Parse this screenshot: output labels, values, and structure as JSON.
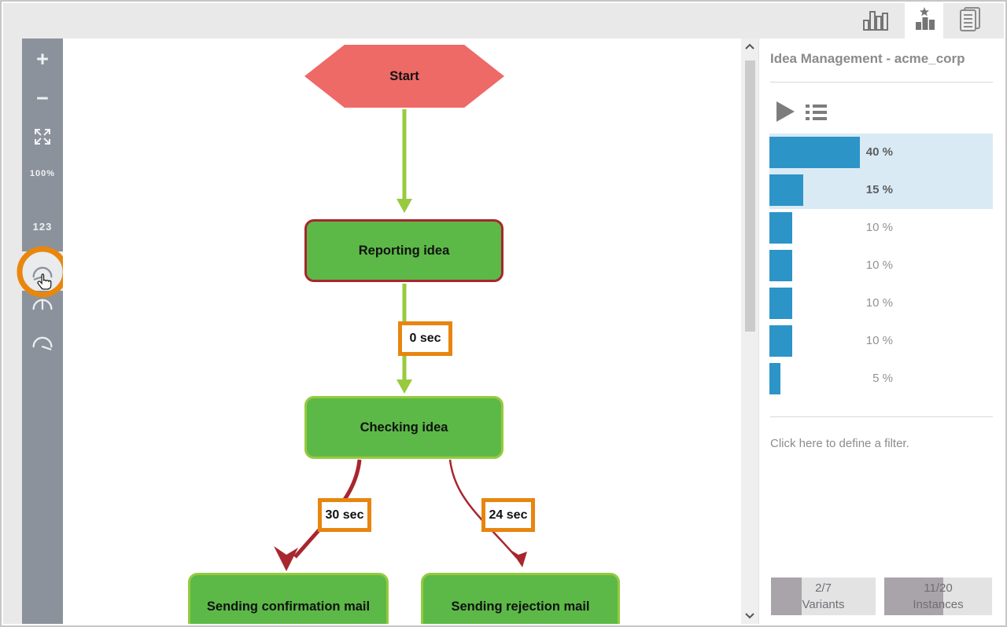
{
  "tabs": {
    "items": [
      {
        "icon": "column-chart-icon",
        "active": false
      },
      {
        "icon": "variant-explorer-icon",
        "active": true
      },
      {
        "icon": "documents-icon",
        "active": false
      }
    ]
  },
  "sidebar": {
    "zoom_in_label": "+",
    "zoom_out_label": "−",
    "zoom_level": "100%",
    "numbers_label": "123",
    "accent_ring_color": "#E8860D"
  },
  "flowchart": {
    "nodes": [
      {
        "id": "start",
        "label": "Start"
      },
      {
        "id": "reporting-idea",
        "label": "Reporting idea"
      },
      {
        "id": "checking-idea",
        "label": "Checking idea"
      },
      {
        "id": "sending-confirmation-mail",
        "label": "Sending confirmation mail"
      },
      {
        "id": "sending-rejection-mail",
        "label": "Sending rejection mail"
      }
    ],
    "edges": [
      {
        "from": "reporting-idea",
        "to": "checking-idea",
        "duration": "0 sec"
      },
      {
        "from": "checking-idea",
        "to": "sending-confirmation-mail",
        "duration": "30 sec"
      },
      {
        "from": "checking-idea",
        "to": "sending-rejection-mail",
        "duration": "24 sec"
      }
    ],
    "colors": {
      "activity_green": "#5CB947",
      "edge_green": "#97CA3E",
      "edge_red": "#A8262E",
      "start_red": "#ED6A67",
      "duration_label_orange": "#E8850F"
    }
  },
  "right_panel": {
    "title": "Idea Management - acme_corp",
    "variants": {
      "bar_color": "#2D94C8",
      "highlight_color": "#D9EAF5",
      "rows": [
        {
          "label": "40 %",
          "value": 40,
          "selected": true
        },
        {
          "label": "15 %",
          "value": 15,
          "selected": true
        },
        {
          "label": "10 %",
          "value": 10,
          "selected": false
        },
        {
          "label": "10 %",
          "value": 10,
          "selected": false
        },
        {
          "label": "10 %",
          "value": 10,
          "selected": false
        },
        {
          "label": "10 %",
          "value": 10,
          "selected": false
        },
        {
          "label": "5 %",
          "value": 5,
          "selected": false
        }
      ]
    },
    "filter_hint": "Click here to define a filter.",
    "badges": [
      {
        "value": "2/7",
        "label": "Variants",
        "fill_percent": 29
      },
      {
        "value": "11/20",
        "label": "Instances",
        "fill_percent": 55
      }
    ]
  }
}
